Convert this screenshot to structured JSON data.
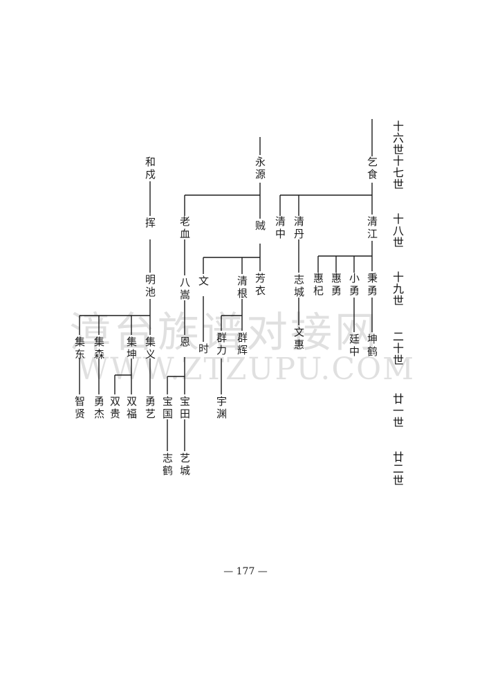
{
  "generations": [
    "十六世",
    "十七世",
    "十八世",
    "十九世",
    "二十世",
    "廿一世",
    "廿二世"
  ],
  "page_number": "— 177 —",
  "watermark": {
    "chinese": "漳台族谱对接网",
    "english": "WWW.ZTZUPU.COM"
  },
  "persons": {
    "qishi": "乞食",
    "qingjiang": "清江",
    "qingzhong": "清中",
    "qingdan": "清丹",
    "bingyong": "秉勇",
    "xiaoyong": "小勇",
    "huiyong": "惠勇",
    "huiqi": "惠杞",
    "zhicheng": "志城",
    "kunhe": "坤鹤",
    "tingzhong": "廷中",
    "wenhui": "文惠",
    "yongyuan": "永源",
    "zei": "贼",
    "laoxue": "老血",
    "fangyi": "芳衣",
    "qinggen": "清根",
    "wen": "文",
    "bashan": "八嵩",
    "qunhui": "群辉",
    "qunli": "群力",
    "shi": "时",
    "en": "恩",
    "yuyuan": "宇渊",
    "baotian": "宝田",
    "baoguo": "宝国",
    "yicheng": "艺城",
    "zhihe": "志鹤",
    "heshu": "和戍",
    "hui": "挥",
    "mingchi": "明池",
    "jiyi": "集义",
    "jikun": "集坤",
    "jisen": "集森",
    "jidong": "集东",
    "yongyi": "勇艺",
    "shuangfu": "双福",
    "shuanggui": "双贵",
    "yongjie": "勇杰",
    "zhixian": "智贤"
  }
}
